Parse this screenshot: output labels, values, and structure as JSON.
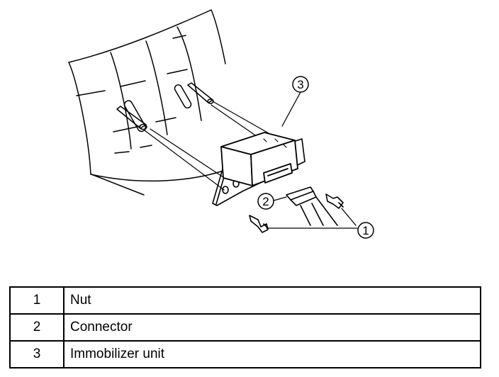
{
  "diagram": {
    "callouts": [
      {
        "id": "1",
        "label": "1"
      },
      {
        "id": "2",
        "label": "2"
      },
      {
        "id": "3",
        "label": "3"
      }
    ]
  },
  "legend": {
    "rows": [
      {
        "number": "1",
        "description": "Nut"
      },
      {
        "number": "2",
        "description": "Connector"
      },
      {
        "number": "3",
        "description": "Immobilizer unit"
      }
    ]
  }
}
